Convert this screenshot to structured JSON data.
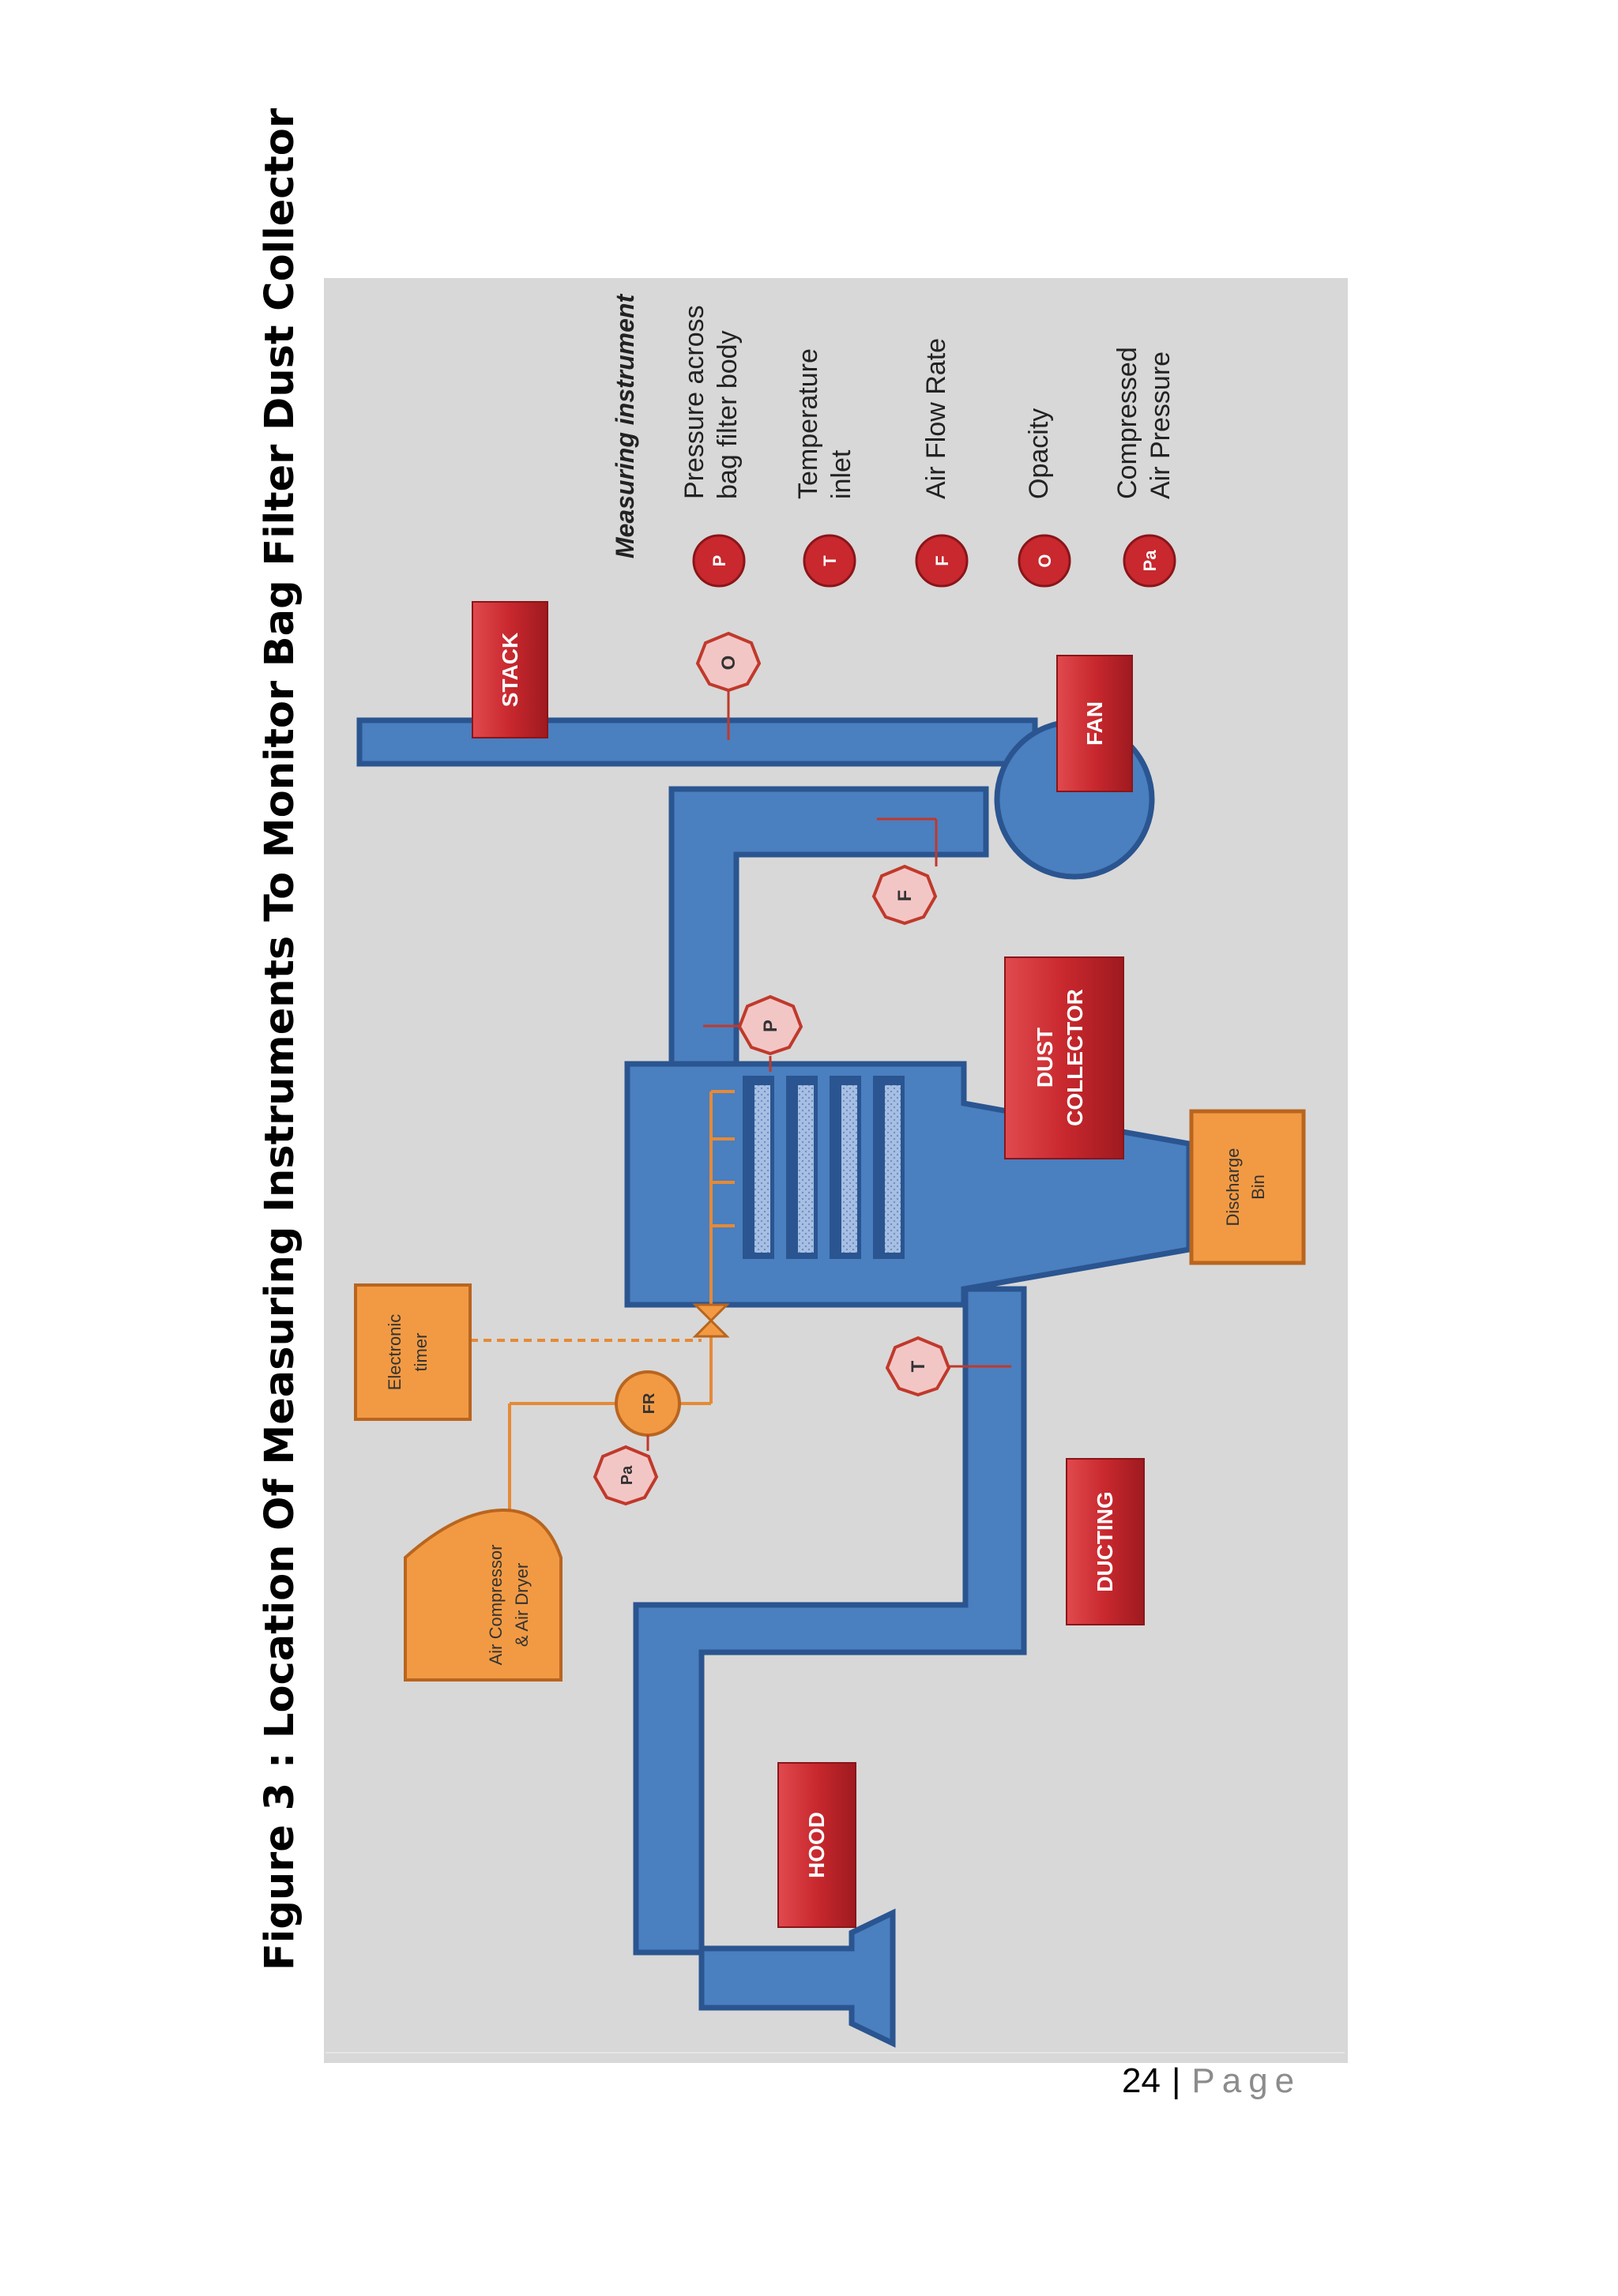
{
  "figure": {
    "title": "Figure 3 : Location Of Measuring Instruments To Monitor Bag Filter Dust Collector"
  },
  "diagram": {
    "components": {
      "stack": "STACK",
      "fan": "FAN",
      "dust_collector_line1": "DUST",
      "dust_collector_line2": "COLLECTOR",
      "ducting": "DUCTING",
      "hood": "HOOD",
      "discharge_bin_line1": "Discharge",
      "discharge_bin_line2": "Bin",
      "electronic_timer_line1": "Electronic",
      "electronic_timer_line2": "timer",
      "air_compressor_line1": "Air Compressor",
      "air_compressor_line2": "& Air Dryer",
      "filter_regulator": "FR"
    },
    "sensor_tags": {
      "opacity": "O",
      "air_flow": "F",
      "pressure": "P",
      "temperature": "T",
      "compressed_air": "Pa"
    },
    "legend": {
      "title": "Measuring instrument",
      "items": [
        {
          "symbol": "P",
          "line1": "Pressure across",
          "line2": "bag filter body"
        },
        {
          "symbol": "T",
          "line1": "Temperature",
          "line2": "inlet"
        },
        {
          "symbol": "F",
          "line1": "Air Flow Rate",
          "line2": ""
        },
        {
          "symbol": "O",
          "line1": "Opacity",
          "line2": ""
        },
        {
          "symbol": "Pa",
          "line1": "Compressed",
          "line2": "Air Pressure"
        }
      ]
    },
    "colors": {
      "background": "#d8d8d8",
      "duct": "#4a7fc0",
      "duct_edge": "#2a5590",
      "label_red": "#c8282e",
      "orange": "#f29a43",
      "orange_edge": "#b9651f",
      "sensor": "#f3c6c6",
      "sensor_edge": "#c0392b",
      "filter_bag": "#a7bfe3"
    }
  },
  "footer": {
    "page_number": "24",
    "separator": "|",
    "page_label": "Page"
  }
}
